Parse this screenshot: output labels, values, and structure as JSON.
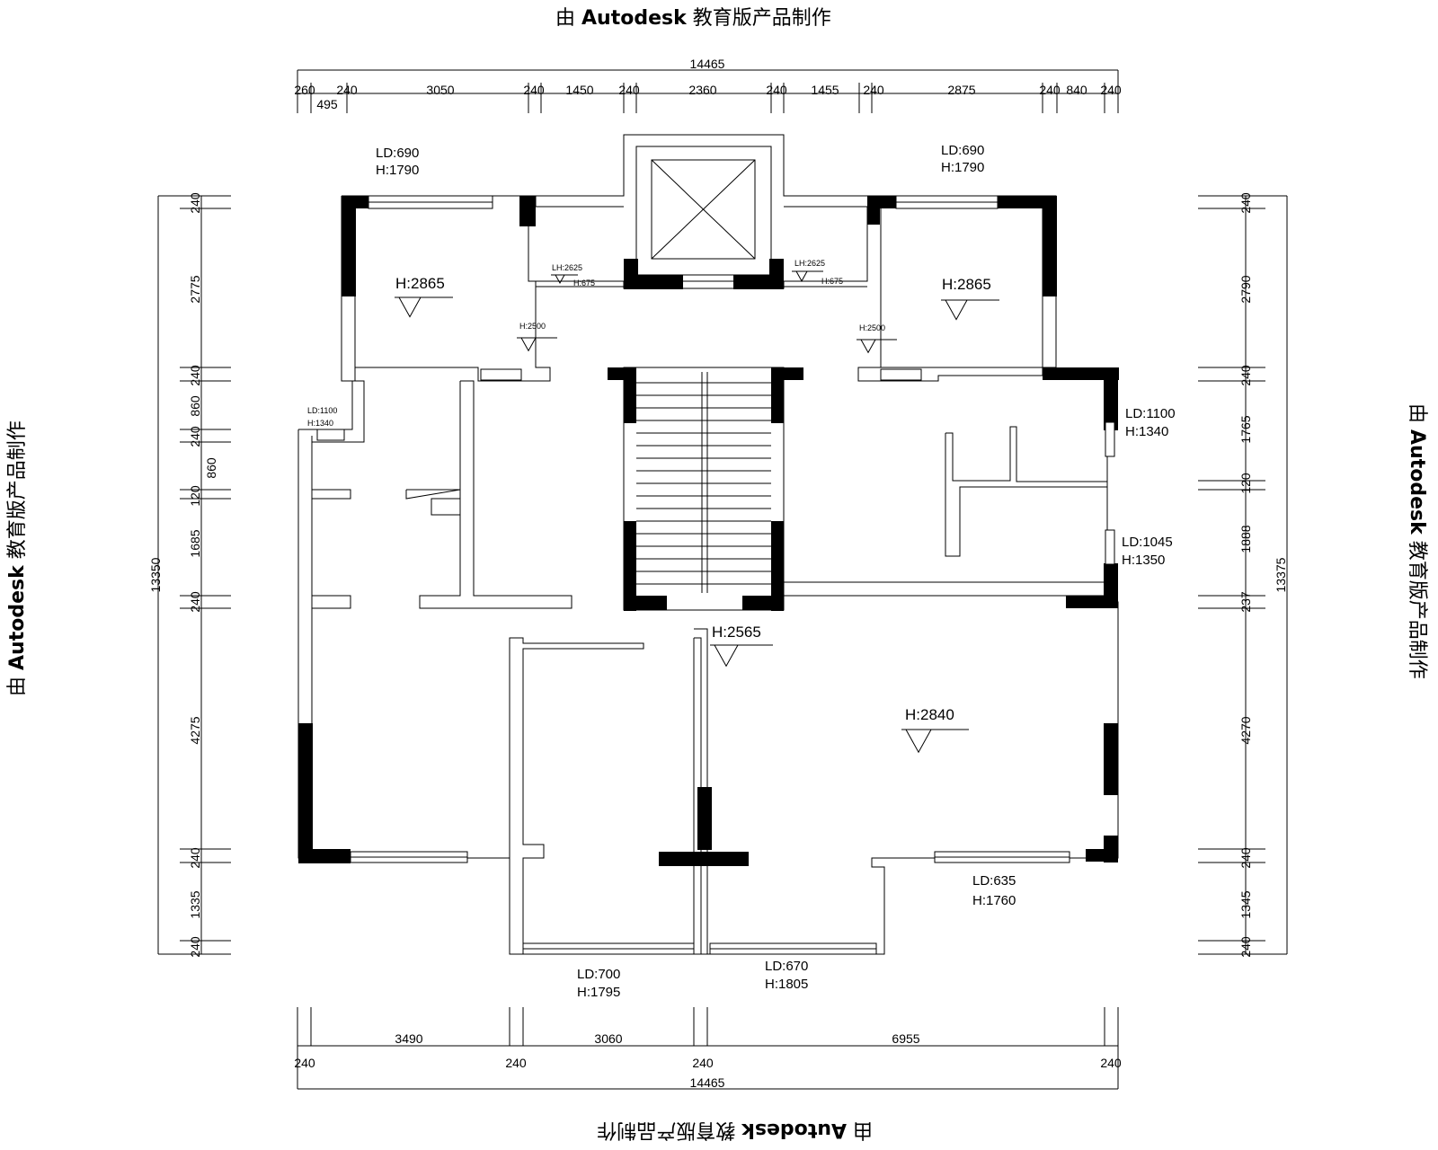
{
  "watermark": {
    "prefix": "由",
    "brand": "Autodesk",
    "suffix": "教育版产品制作"
  },
  "dims_top": {
    "total": "14465",
    "segments": [
      "260",
      "240",
      "3050",
      "240",
      "1450",
      "240",
      "2360",
      "240",
      "1455",
      "240",
      "2875",
      "240",
      "840",
      "240"
    ],
    "sub": "495"
  },
  "dims_bottom": {
    "total": "14465",
    "segments": [
      "3490",
      "3060",
      "6955"
    ],
    "walls": [
      "240",
      "240",
      "240",
      "240"
    ]
  },
  "dims_left": {
    "total": "13350",
    "segments": [
      "240",
      "2775",
      "240",
      "860",
      "240",
      "860",
      "120",
      "1685",
      "240",
      "4275",
      "240",
      "1335",
      "240"
    ]
  },
  "dims_right": {
    "total": "13375",
    "segments": [
      "240",
      "2790",
      "240",
      "1765",
      "120",
      "1888",
      "237",
      "4270",
      "240",
      "1345",
      "240"
    ]
  },
  "labels": {
    "win_tl_ld": "LD:690",
    "win_tl_h": "H:1790",
    "win_tr_ld": "LD:690",
    "win_tr_h": "H:1790",
    "room_tl_h": "H:2865",
    "room_tr_h": "H:2865",
    "door_l_h": "H:2500",
    "door_r_h": "H:2500",
    "beam_l_h1": "LH:2625",
    "beam_l_h2": "H:675",
    "beam_r_h1": "LH:2625",
    "beam_r_h2": "H:675",
    "win_l_ld": "LD:1100",
    "win_l_h": "H:1340",
    "win_r1_ld": "LD:1100",
    "win_r1_h": "H:1340",
    "win_r2_ld": "LD:1045",
    "win_r2_h": "H:1350",
    "hall_h": "H:2565",
    "living_h": "H:2840",
    "win_br_ld": "LD:635",
    "win_br_h": "H:1760",
    "win_bl_ld": "LD:700",
    "win_bl_h": "H:1795",
    "win_bm_ld": "LD:670",
    "win_bm_h": "H:1805"
  }
}
